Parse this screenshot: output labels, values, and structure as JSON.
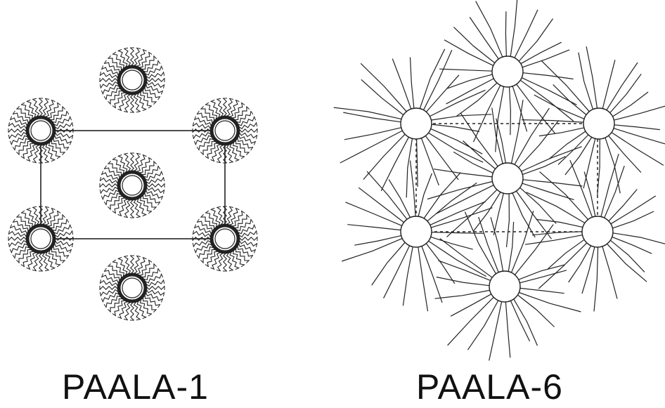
{
  "panels": [
    {
      "label": "PAALA-1",
      "style": "dense-brush micelles with rectangular unit cell (solid)",
      "stroke_color": "#222222"
    },
    {
      "label": "PAALA-6",
      "style": "star micelles with long radial chains and rectangular unit cell (dashed)",
      "stroke_color": "#222222"
    }
  ]
}
